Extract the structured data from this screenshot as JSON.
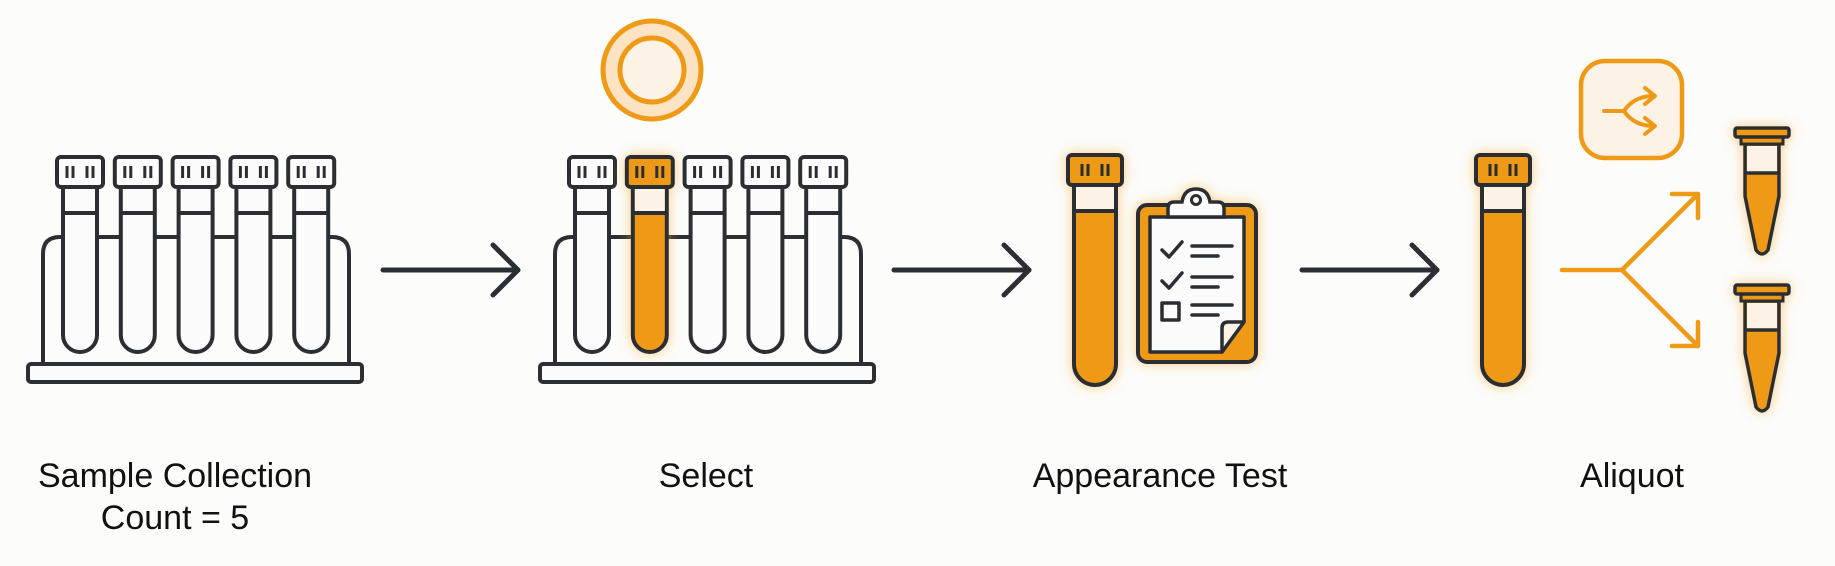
{
  "title": "Sample processing workflow",
  "colors": {
    "outline": "#2b2f33",
    "accent": "#ef9a16",
    "accent_light": "#fce3c3",
    "accent_pale": "#fdf2e6",
    "background": "#fcfcfb"
  },
  "steps": [
    {
      "label": "Sample Collection",
      "sublabel": "Count = 5",
      "icon": "test-tube-rack-icon",
      "tube_count": 5,
      "highlighted_tube": null
    },
    {
      "label": "Select",
      "icon": "test-tube-rack-icon",
      "tube_count": 5,
      "highlighted_tube": 2,
      "badge_icon": "target-circle-icon"
    },
    {
      "label": "Appearance Test",
      "icon": "test-tube-icon",
      "secondary_icon": "clipboard-checklist-icon",
      "checklist": [
        true,
        true,
        false
      ]
    },
    {
      "label": "Aliquot",
      "icon": "test-tube-icon",
      "badge_icon": "split-arrows-icon",
      "outputs": 2,
      "output_icon": "microcentrifuge-tube-icon"
    }
  ],
  "connectors": [
    "arrow-right-icon",
    "arrow-right-icon",
    "arrow-right-icon"
  ]
}
